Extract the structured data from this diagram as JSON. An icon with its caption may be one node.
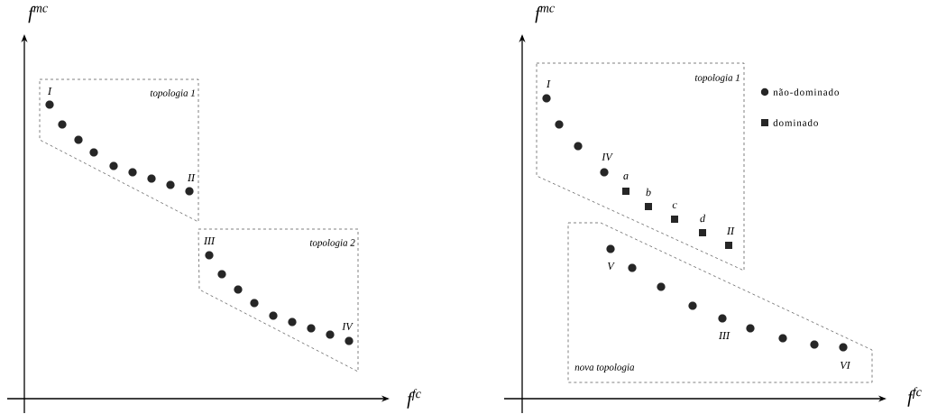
{
  "diagram": {
    "nodes": [
      {
        "text": [
          "topologia 1"
        ]
      },
      {
        "text": [
          "topologia 2"
        ]
      },
      {
        "text": [
          "topologia 1"
        ]
      },
      {
        "text": [
          "nova topologia"
        ]
      }
    ],
    "labels": [
      "f$^{mc}$",
      "I",
      "II",
      "III",
      "IV",
      "f$^{fc}$",
      "f$^{mc}$",
      "I",
      "IV",
      "a",
      "b",
      "c",
      "d",
      "II",
      "V",
      "III",
      "VI",
      "f$^{fc}$"
    ],
    "legend": [
      {
        "text": "não-dominado"
      },
      {
        "text": "dominado"
      }
    ]
  }
}
